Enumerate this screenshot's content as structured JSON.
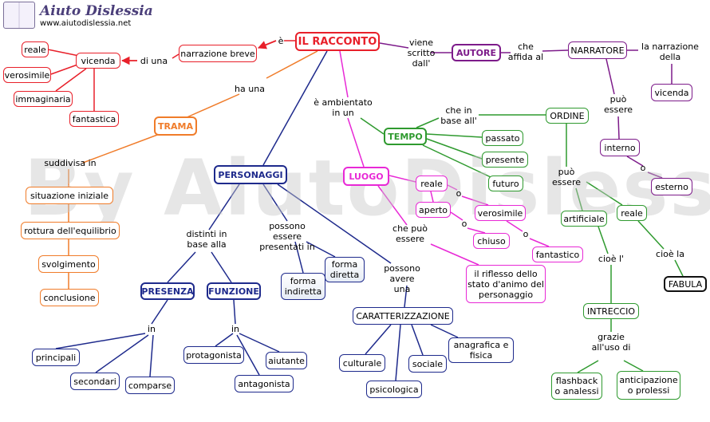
{
  "header": {
    "title": "Aiuto Dislessia",
    "url": "www.aiutodislessia.net"
  },
  "watermark": "By AiutoDislessia.net",
  "colors": {
    "red": "#e8202a",
    "orange": "#f07c2a",
    "navy": "#1e2a8c",
    "purple": "#7d1b8a",
    "magenta": "#e829d6",
    "green": "#2f9a2f",
    "black": "#000000"
  },
  "nodes": {
    "racconto": "IL RACCONTO",
    "narrazione_breve": "narrazione breve",
    "vicenda": "vicenda",
    "reale": "reale",
    "verosimile": "verosimile",
    "immaginaria": "immaginaria",
    "fantastica": "fantastica",
    "autore": "AUTORE",
    "narratore": "NARRATORE",
    "vicenda2": "vicenda",
    "interno": "interno",
    "esterno": "esterno",
    "trama": "TRAMA",
    "situazione": "situazione iniziale",
    "rottura": "rottura dell'equilibrio",
    "svolgimento": "svolgimento",
    "conclusione": "conclusione",
    "personaggi": "PERSONAGGI",
    "presenza": "PRESENZA",
    "funzione": "FUNZIONE",
    "principali": "principali",
    "secondari": "secondari",
    "comparse": "comparse",
    "protagonista": "protagonista",
    "aiutante": "aiutante",
    "antagonista": "antagonista",
    "forma_indiretta": "forma indiretta",
    "forma_diretta": "forma diretta",
    "caratterizzazione": "CARATTERIZZAZIONE",
    "culturale": "culturale",
    "psicologica": "psicologica",
    "sociale": "sociale",
    "anagrafica": "anagrafica e fisica",
    "luogo": "LUOGO",
    "luogo_reale": "reale",
    "aperto": "aperto",
    "luogo_verosimile": "verosimile",
    "chiuso": "chiuso",
    "luogo_fantastico": "fantastico",
    "riflesso": "il riflesso dello stato d'animo del personaggio",
    "tempo": "TEMPO",
    "ordine": "ORDINE",
    "passato": "passato",
    "presente": "presente",
    "futuro": "futuro",
    "artificiale": "artificiale",
    "ordine_reale": "reale",
    "intreccio": "INTRECCIO",
    "fabula": "FABULA",
    "flashback": "flashback o analessi",
    "anticipazione": "anticipazione o prolessi"
  },
  "links": {
    "e": "è",
    "di_una": "di una",
    "viene_scritto": "viene scritto dall'",
    "che_affida": "che affida al",
    "la_narrazione": "la narrazione della",
    "puo_essere": "può essere",
    "o1": "o",
    "ha_una": "ha una",
    "suddivisa": "suddivisa in",
    "distinti": "distinti in base alla",
    "in1": "in",
    "in2": "in",
    "possono_presentati": "possono essere presentati in",
    "possono_avere": "possono avere una",
    "ambientato": "è ambientato in un",
    "che_puo": "che può essere",
    "o2": "o",
    "o3": "o",
    "o4": "o",
    "che_in_base": "che in base all'",
    "puo_essere2": "può essere",
    "cioe_l": "cioè l'",
    "cioe_la": "cioè la",
    "grazie": "grazie all'uso di"
  }
}
